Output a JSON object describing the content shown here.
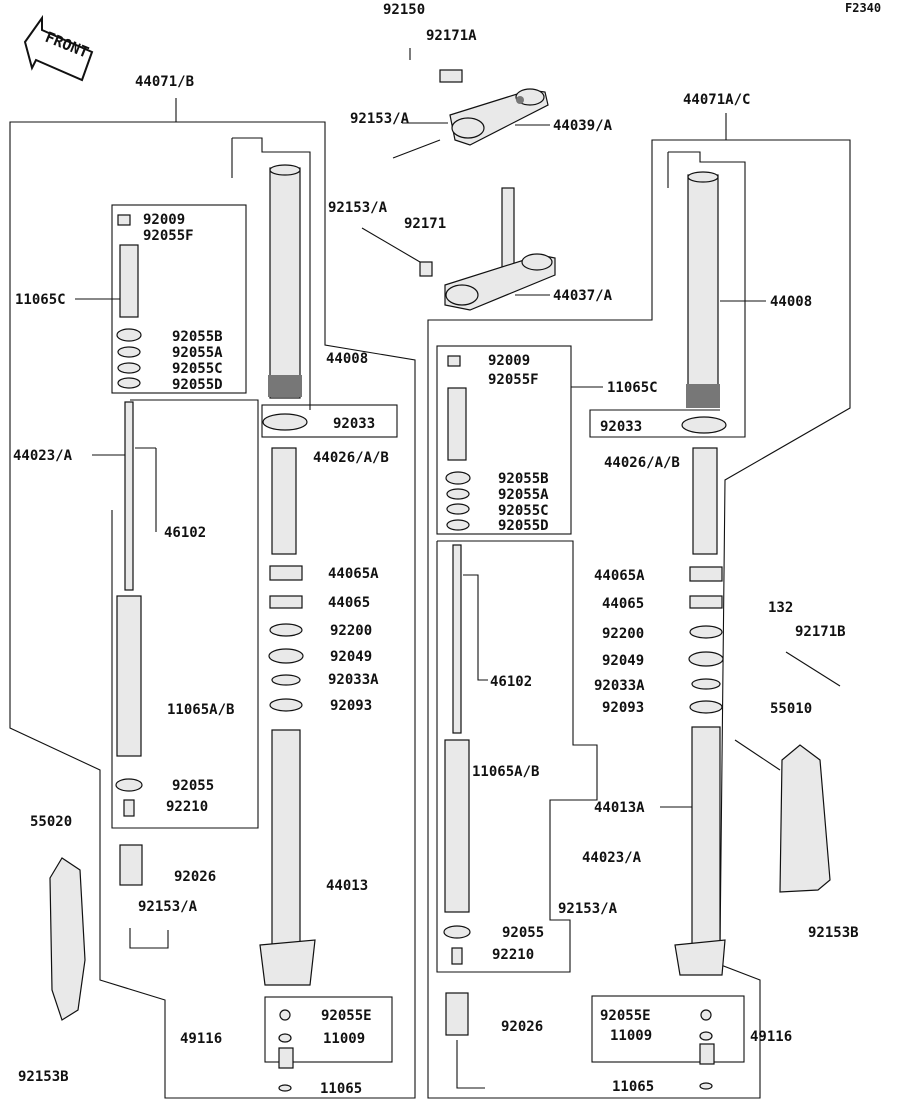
{
  "figure_code": "F2340",
  "front_arrow_text": "FRONT",
  "labels": {
    "p92150": "92150",
    "p92171A": "92171A",
    "p92153A_top": "92153/A",
    "p44039A": "44039/A",
    "p44071B": "44071/B",
    "p44071AC": "44071A/C",
    "p92153A_mid": "92153/A",
    "p92171": "92171",
    "p44037A": "44037/A",
    "L_92009": "92009",
    "L_92055F": "92055F",
    "L_11065C": "11065C",
    "L_92055B": "92055B",
    "L_92055A": "92055A",
    "L_92055C": "92055C",
    "L_92055D": "92055D",
    "L_44008": "44008",
    "L_92033": "92033",
    "L_44023A": "44023/A",
    "L_44026AB": "44026/A/B",
    "L_46102": "46102",
    "L_44065A": "44065A",
    "L_44065": "44065",
    "L_92200": "92200",
    "L_92049": "92049",
    "L_92033A": "92033A",
    "L_92093": "92093",
    "L_11065AB": "11065A/B",
    "L_92055": "92055",
    "L_92210": "92210",
    "L_55020": "55020",
    "L_92026": "92026",
    "L_44013": "44013",
    "L_92153A_low": "92153/A",
    "L_92153B": "92153B",
    "L_92055E": "92055E",
    "L_49116": "49116",
    "L_11009": "11009",
    "L_11065": "11065",
    "R_44008": "44008",
    "R_92009": "92009",
    "R_92055F": "92055F",
    "R_11065C": "11065C",
    "R_92033": "92033",
    "R_44026AB": "44026/A/B",
    "R_92055B": "92055B",
    "R_92055A": "92055A",
    "R_92055C": "92055C",
    "R_92055D": "92055D",
    "R_44065A": "44065A",
    "R_44065": "44065",
    "R_92200": "92200",
    "R_92049": "92049",
    "R_92033A": "92033A",
    "R_92093": "92093",
    "R_46102": "46102",
    "R_11065AB": "11065A/B",
    "R_44013A": "44013A",
    "R_44023A": "44023/A",
    "R_92153A": "92153/A",
    "R_92055": "92055",
    "R_92210": "92210",
    "R_92026": "92026",
    "R_92055E": "92055E",
    "R_11009": "11009",
    "R_49116": "49116",
    "R_11065": "11065",
    "R_132": "132",
    "R_92171B": "92171B",
    "R_55010": "55010",
    "R_92153B": "92153B"
  }
}
